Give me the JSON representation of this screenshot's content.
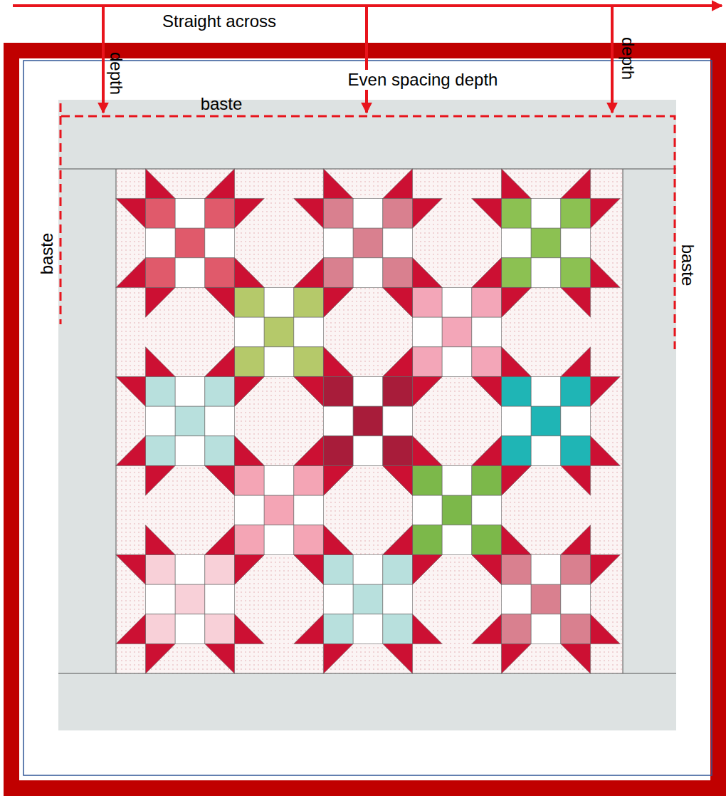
{
  "diagram": {
    "labels": [
      "Straight across",
      "depth",
      "Even spacing depth",
      "depth",
      "baste",
      "baste",
      "baste"
    ]
  }
}
